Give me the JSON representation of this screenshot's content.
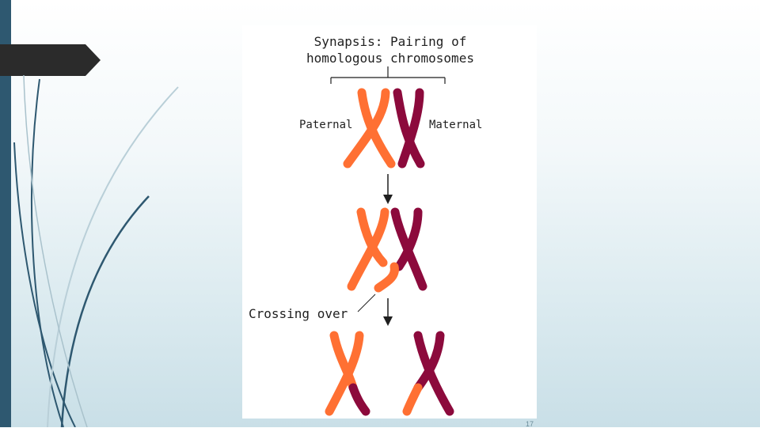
{
  "diagram": {
    "title_line1": "Synapsis: Pairing of",
    "title_line2": "homologous chromosomes",
    "label_paternal": "Paternal",
    "label_maternal": "Maternal",
    "label_crossing_over": "Crossing over"
  },
  "slide": {
    "page_number": "17"
  },
  "colors": {
    "paternal": "#ff7033",
    "maternal": "#8c0a3c",
    "sidebar": "#2e5870",
    "tab": "#2b2b2b"
  }
}
